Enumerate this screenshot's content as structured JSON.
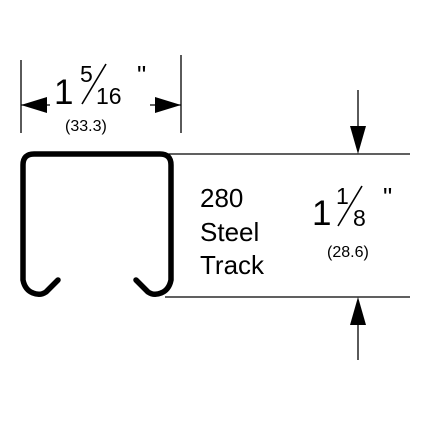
{
  "width_dimension": {
    "whole": "1",
    "numerator": "5",
    "denominator": "16",
    "inch_mark": "\"",
    "metric": "(33.3)"
  },
  "height_dimension": {
    "whole": "1",
    "numerator": "1",
    "denominator": "8",
    "inch_mark": "\"",
    "metric": "(28.6)"
  },
  "track_label": {
    "line1": "280",
    "line2": "Steel",
    "line3": "Track"
  },
  "colors": {
    "line": "#000000",
    "background": "#ffffff"
  }
}
